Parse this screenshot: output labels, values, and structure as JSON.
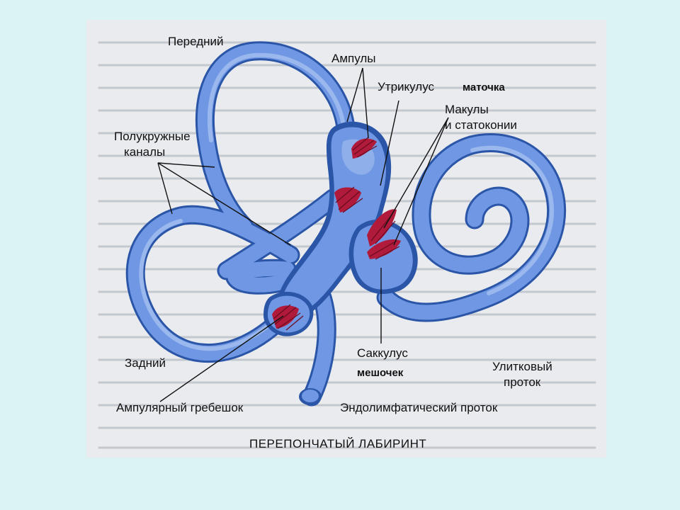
{
  "labels": {
    "anterior": "Передний",
    "ampullae": "Ампулы",
    "utricle": "Утрикулус",
    "utricle_ru": "маточка",
    "maculae_line1": "Макулы",
    "maculae_line2": "и статоконии",
    "semicircular_line1": "Полукружные",
    "semicircular_line2": "каналы",
    "posterior": "Задний",
    "ampullary_crest": "Ампулярный гребешок",
    "saccule": "Саккулус",
    "saccule_ru": "мешочек",
    "cochlear_duct_line1": "Улитковый",
    "cochlear_duct_line2": "проток",
    "endolymphatic_duct": "Эндолимфатический проток",
    "title": "ПЕРЕПОНЧАТЫЙ ЛАБИРИНТ"
  },
  "colors": {
    "page_background": "#dcf3f3",
    "panel_background": "#e9ebef",
    "labyrinth_fill": "#6f97e4",
    "labyrinth_outline": "#2b56a8",
    "sensory_epithelium": "#b01b3c"
  }
}
